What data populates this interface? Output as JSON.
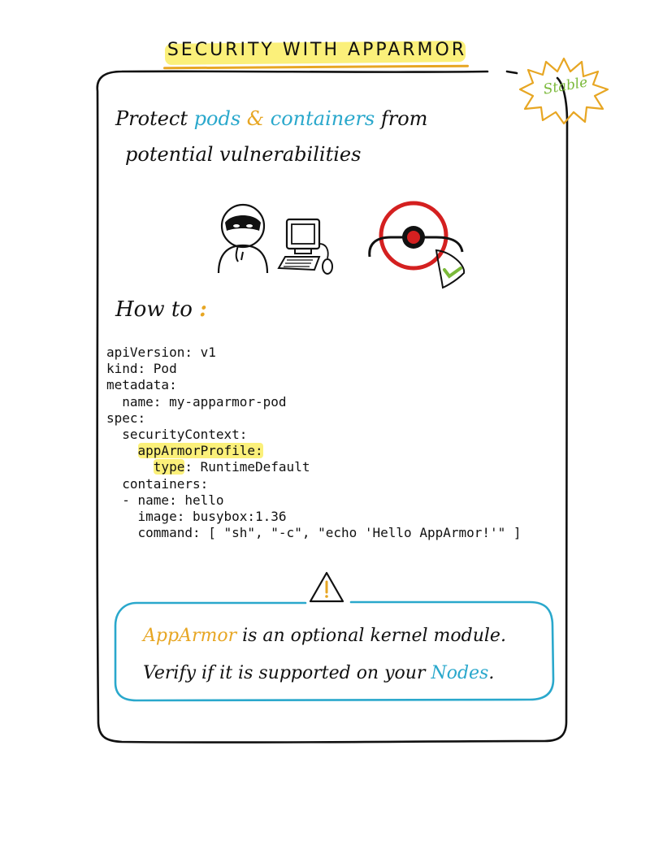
{
  "title": "SECURITY WITH APPARMOR",
  "badge": {
    "label": "Stable",
    "color": "#e7a623",
    "text_color": "#7bb93a"
  },
  "intro": {
    "line1_prefix": "Protect ",
    "pods": "pods",
    "amp": " & ",
    "containers": "containers",
    "line1_suffix": " from",
    "line2": "potential vulnerabilities"
  },
  "illustration": {
    "icons": [
      "hacker-icon",
      "computer-icon",
      "security-shield-icon",
      "checkmark-icon"
    ]
  },
  "howto": {
    "label": "How to",
    "colon": ":"
  },
  "code_lines": {
    "l1": "apiVersion: v1",
    "l2": "kind: Pod",
    "l3": "metadata:",
    "l4": "  name: my-apparmor-pod",
    "l5": "spec:",
    "l6": "  securityContext:",
    "l7_indent": "    ",
    "l7_key": "appArmorProfile",
    "l7_colon": ":",
    "l8_indent": "      ",
    "l8_key": "type",
    "l8_rest": ": RuntimeDefault",
    "l9": "  containers:",
    "l10": "  - name: hello",
    "l11": "    image: busybox:1.36",
    "l12": "    command: [ \"sh\", \"-c\", \"echo 'Hello AppArmor!'\" ]"
  },
  "warning": {
    "icon": "warning-triangle-icon",
    "apparmor": "AppArmor",
    "line1_rest": " is an optional kernel module.",
    "line2_prefix": "Verify if it is supported on your ",
    "nodes": "Nodes",
    "line2_suffix": "."
  },
  "colors": {
    "orange": "#e7a623",
    "blue": "#2aa8cc",
    "yellow": "#fbf07a",
    "red": "#d42020",
    "green": "#7bb93a"
  }
}
